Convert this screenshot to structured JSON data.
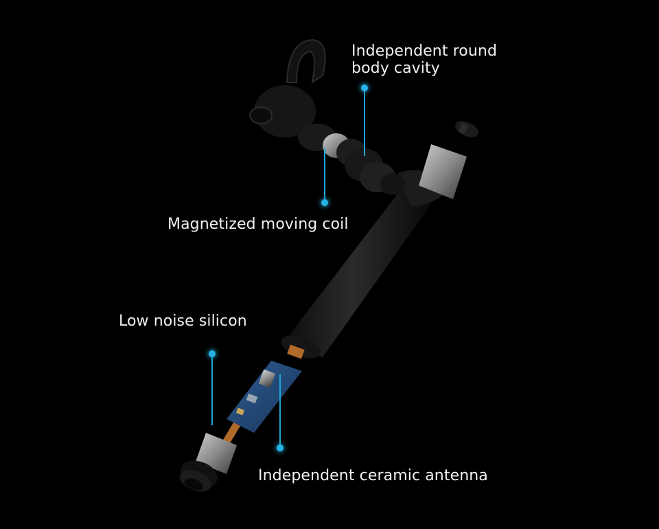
{
  "callouts": {
    "cavity": {
      "line1": "Independent round",
      "line2": "body cavity"
    },
    "coil": {
      "text": "Magnetized moving coil"
    },
    "silicon": {
      "text": "Low noise silicon"
    },
    "antenna": {
      "text": "Independent ceramic antenna"
    }
  },
  "colors": {
    "background": "#000000",
    "accent": "#27b3e6",
    "text": "#f2f2f2"
  }
}
